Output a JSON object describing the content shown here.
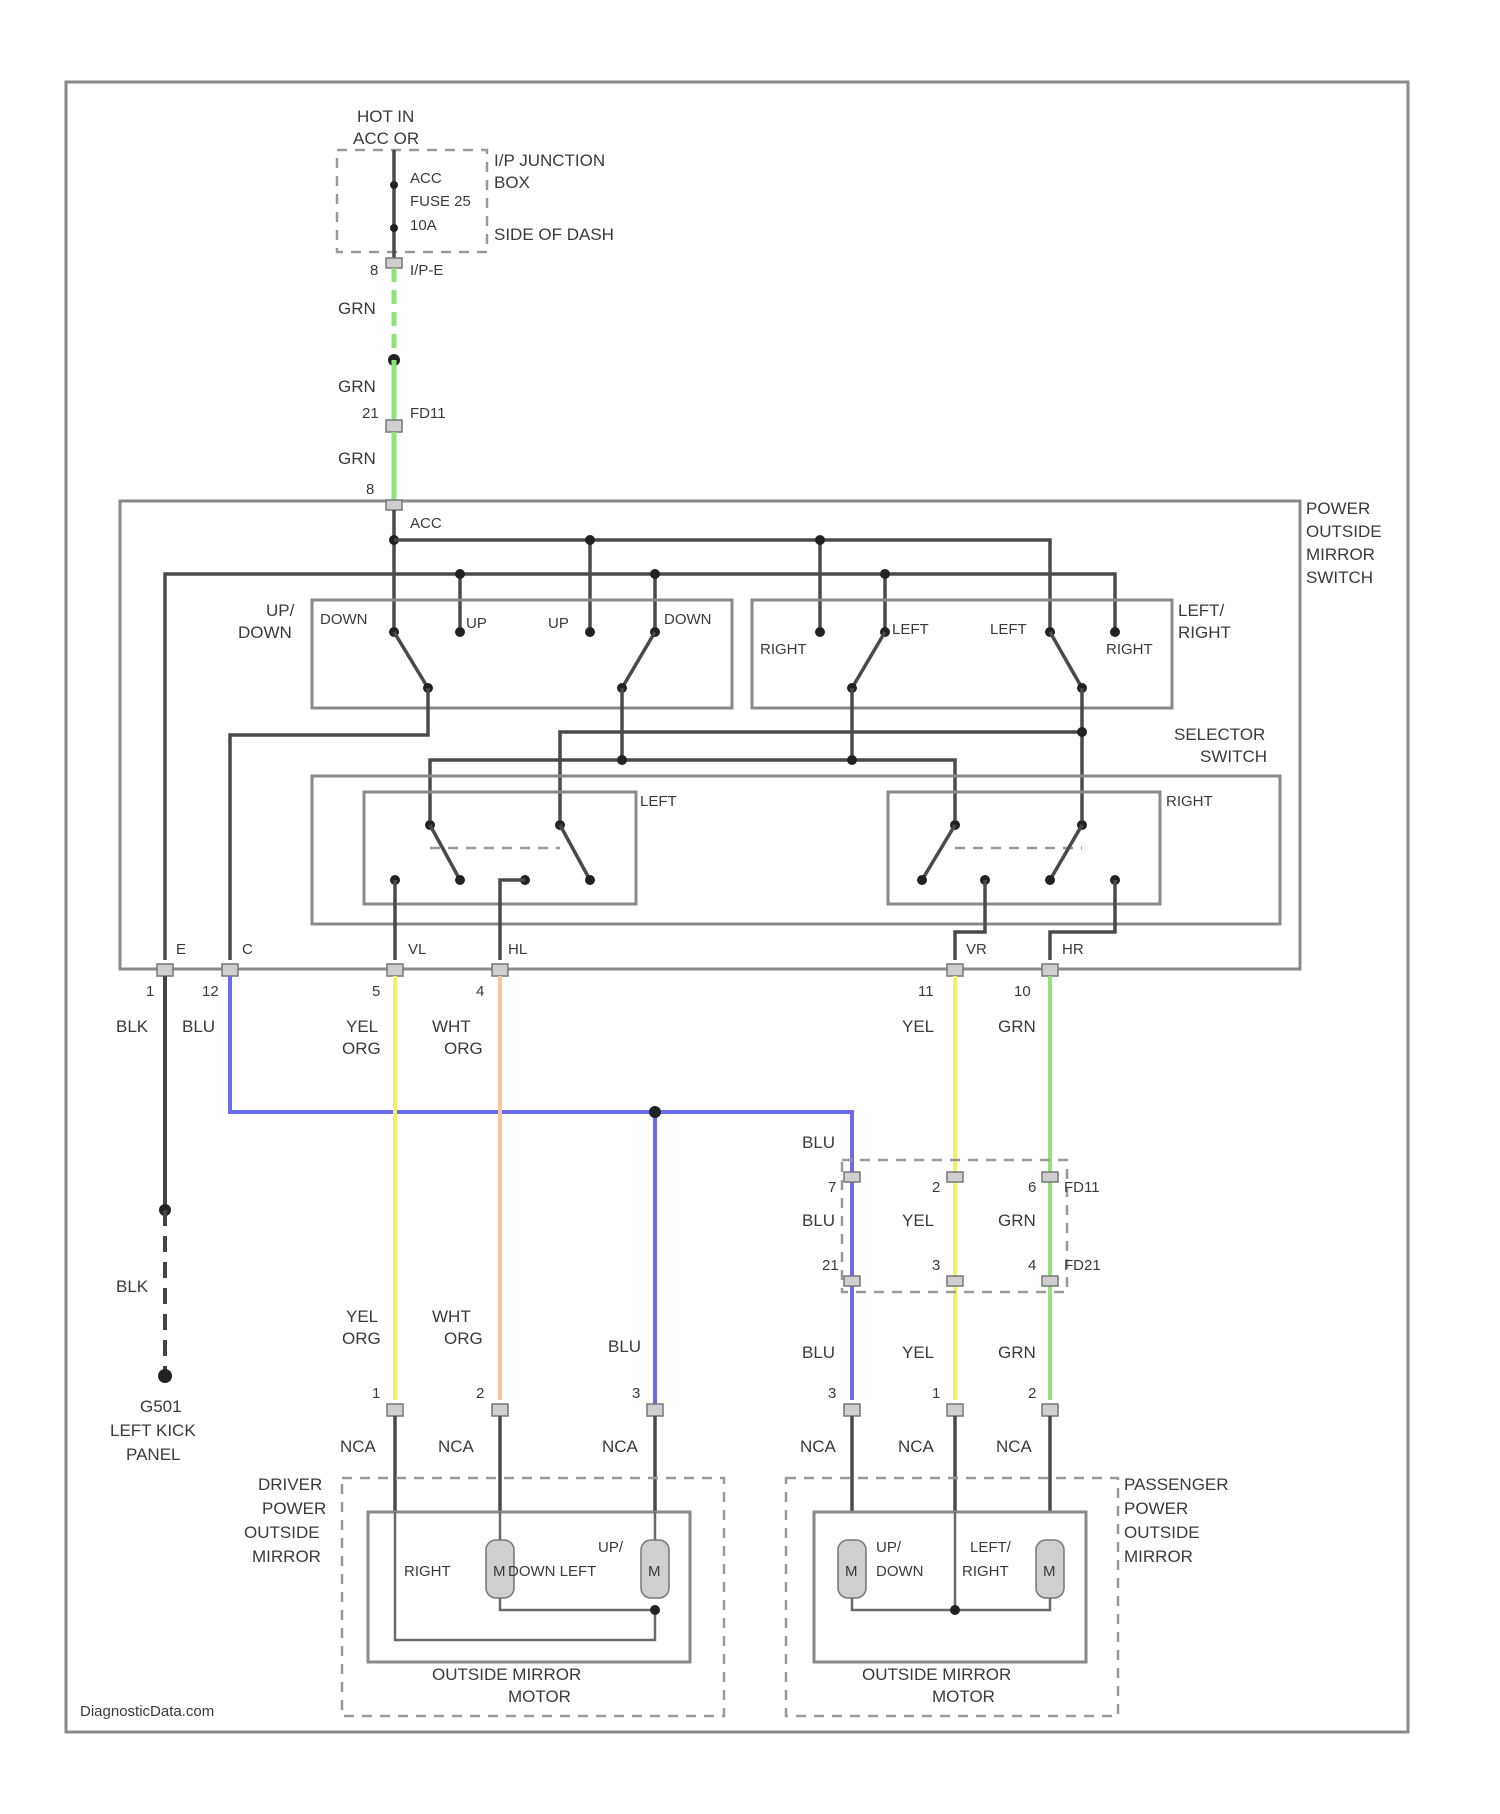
{
  "power": {
    "hot_label_1": "HOT IN",
    "hot_label_2": "ACC OR"
  },
  "fuse_box": {
    "acc": "ACC",
    "fuse": "FUSE 25",
    "amp": "10A",
    "name_1": "I/P JUNCTION",
    "name_2": "BOX",
    "name_3": "SIDE OF DASH"
  },
  "connectors": {
    "c_top": "I/P-E",
    "c_top_pin": "8",
    "fd11": "FD11",
    "fd11_pin": "21",
    "sw_pin": "8",
    "fd11b": "FD11",
    "fd21": "FD21"
  },
  "wires": {
    "grn": "GRN",
    "blk": "BLK",
    "blu": "BLU",
    "yel": "YEL",
    "yel2": "ORG",
    "wht": "WHT",
    "nca": "NCA"
  },
  "switch": {
    "name_1": "POWER",
    "name_2": "OUTSIDE",
    "name_3": "MIRROR",
    "name_4": "SWITCH",
    "acc": "ACC",
    "up": "UP",
    "down": "DOWN",
    "updown_1": "UP/",
    "updown_2": "DOWN",
    "left": "LEFT",
    "right": "RIGHT",
    "leftright_1": "LEFT/",
    "leftright_2": "RIGHT",
    "selector_1": "SELECTOR",
    "selector_2": "SWITCH",
    "sel_left": "LEFT",
    "sel_right": "RIGHT",
    "pin_e": "E",
    "pin_c": "C",
    "pin_vl": "VL",
    "pin_hl": "HL",
    "pin_vr": "VR",
    "pin_hr": "HR"
  },
  "pins": {
    "p1": "1",
    "p12": "12",
    "p5": "5",
    "p4": "4",
    "p11": "11",
    "p10": "10",
    "p7": "7",
    "p2": "2",
    "p3": "3",
    "p6": "6"
  },
  "ground": {
    "name": "G501",
    "loc_1": "LEFT KICK",
    "loc_2": "PANEL"
  },
  "driver_mirror": {
    "name_1": "DRIVER",
    "name_2": "POWER",
    "name_3": "OUTSIDE",
    "name_4": "MIRROR",
    "motor_1": "OUTSIDE MIRROR",
    "motor_2": "MOTOR",
    "right": "RIGHT",
    "down_left": "DOWN LEFT",
    "up": "UP/",
    "m": "M"
  },
  "passenger_mirror": {
    "name_1": "PASSENGER",
    "name_2": "POWER",
    "name_3": "OUTSIDE",
    "name_4": "MIRROR",
    "motor_1": "OUTSIDE MIRROR",
    "motor_2": "MOTOR",
    "updown_1": "UP/",
    "updown_2": "DOWN",
    "leftright_1": "LEFT/",
    "leftright_2": "RIGHT",
    "m": "M"
  },
  "watermark": "DiagnosticData.com",
  "colors": {
    "grn_wire": "#8fe37a",
    "yel_wire": "#f3ef6a",
    "org_wire": "#f5c7a0",
    "blu_wire": "#6a6aec",
    "blk_wire": "#444444"
  }
}
